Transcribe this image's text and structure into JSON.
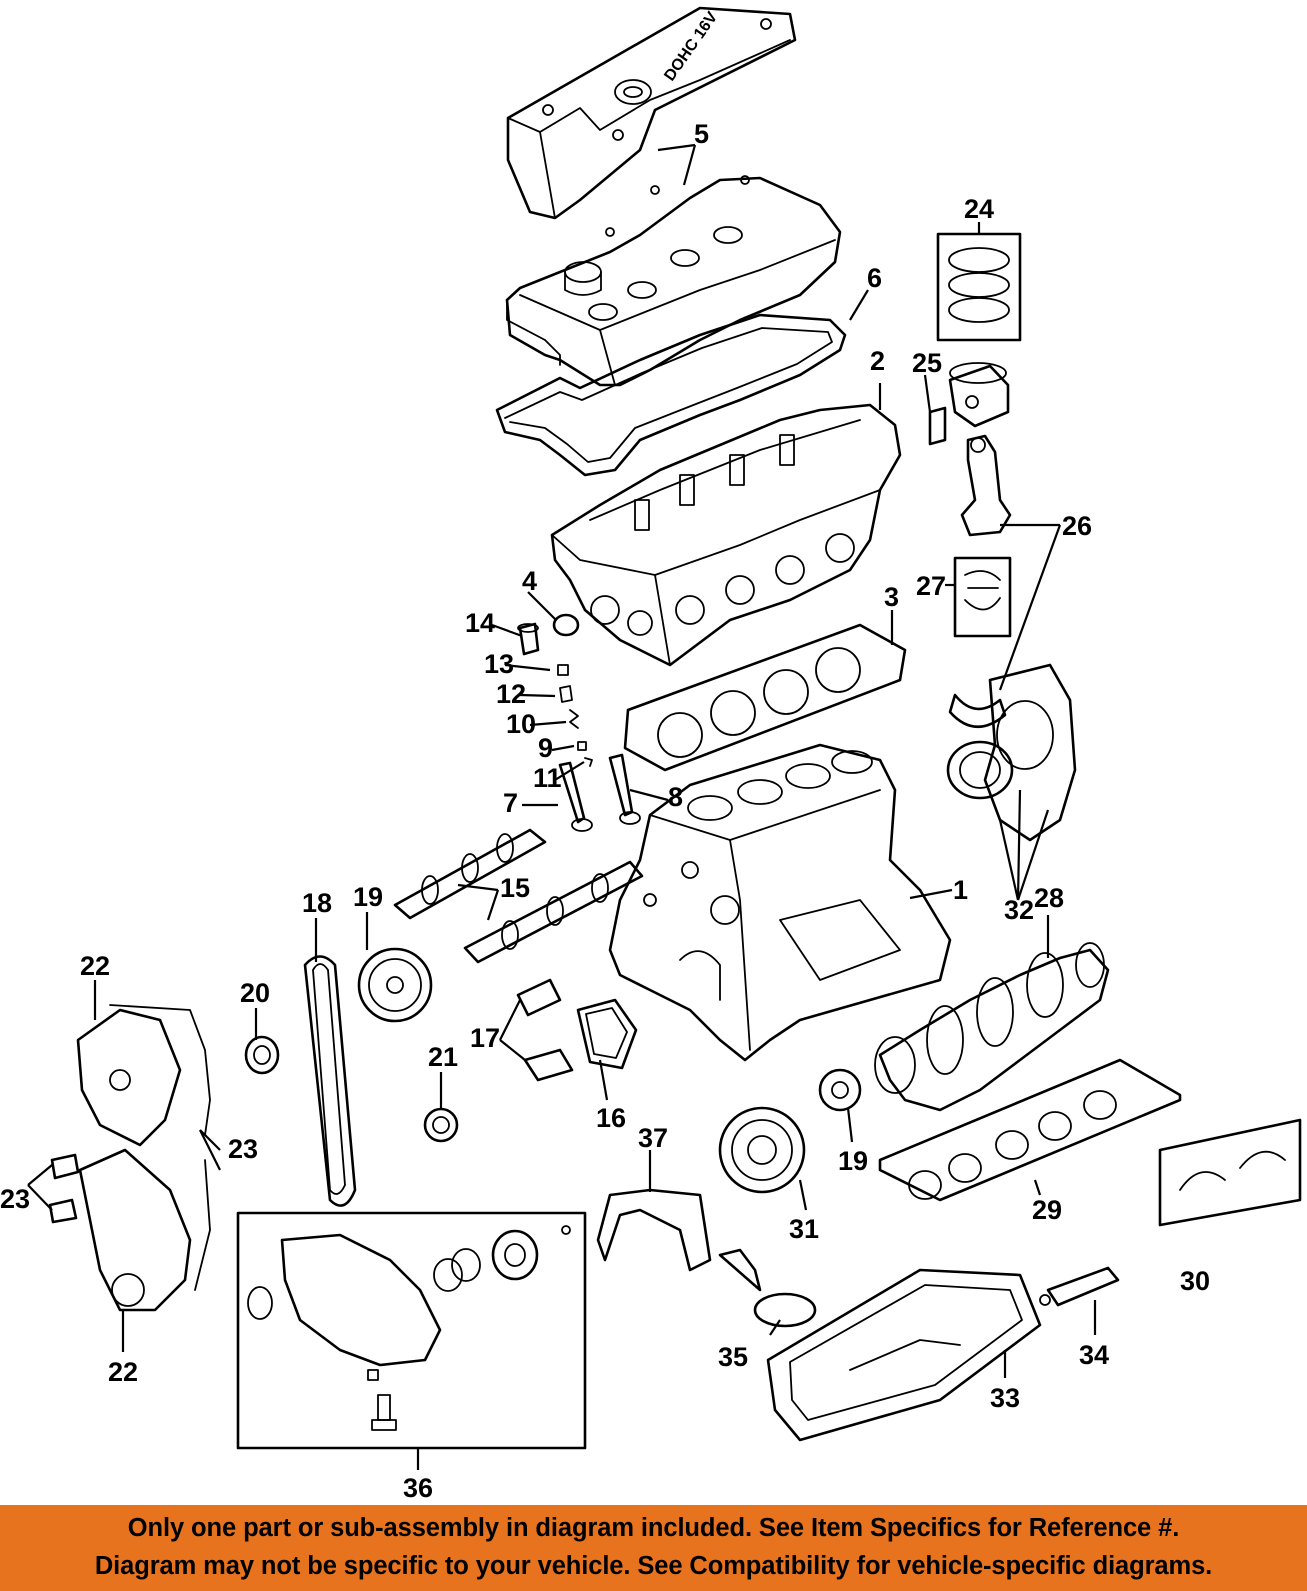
{
  "diagram": {
    "cover_logo_text": "DOHC 16V",
    "callouts": [
      {
        "id": "c1",
        "label": "1"
      },
      {
        "id": "c2",
        "label": "2"
      },
      {
        "id": "c3",
        "label": "3"
      },
      {
        "id": "c4",
        "label": "4"
      },
      {
        "id": "c5",
        "label": "5"
      },
      {
        "id": "c6",
        "label": "6"
      },
      {
        "id": "c7",
        "label": "7"
      },
      {
        "id": "c8",
        "label": "8"
      },
      {
        "id": "c9",
        "label": "9"
      },
      {
        "id": "c10",
        "label": "10"
      },
      {
        "id": "c11",
        "label": "11"
      },
      {
        "id": "c12",
        "label": "12"
      },
      {
        "id": "c13",
        "label": "13"
      },
      {
        "id": "c14",
        "label": "14"
      },
      {
        "id": "c15",
        "label": "15"
      },
      {
        "id": "c16",
        "label": "16"
      },
      {
        "id": "c17",
        "label": "17"
      },
      {
        "id": "c18",
        "label": "18"
      },
      {
        "id": "c19a",
        "label": "19"
      },
      {
        "id": "c19b",
        "label": "19"
      },
      {
        "id": "c20",
        "label": "20"
      },
      {
        "id": "c21",
        "label": "21"
      },
      {
        "id": "c22a",
        "label": "22"
      },
      {
        "id": "c22b",
        "label": "22"
      },
      {
        "id": "c23a",
        "label": "23"
      },
      {
        "id": "c23b",
        "label": "23"
      },
      {
        "id": "c24",
        "label": "24"
      },
      {
        "id": "c25",
        "label": "25"
      },
      {
        "id": "c26",
        "label": "26"
      },
      {
        "id": "c27",
        "label": "27"
      },
      {
        "id": "c28",
        "label": "28"
      },
      {
        "id": "c29",
        "label": "29"
      },
      {
        "id": "c30",
        "label": "30"
      },
      {
        "id": "c31",
        "label": "31"
      },
      {
        "id": "c32",
        "label": "32"
      },
      {
        "id": "c33",
        "label": "33"
      },
      {
        "id": "c34",
        "label": "34"
      },
      {
        "id": "c35",
        "label": "35"
      },
      {
        "id": "c36",
        "label": "36"
      },
      {
        "id": "c37",
        "label": "37"
      }
    ]
  },
  "disclaimer": {
    "line1": "Only one part or sub-assembly in diagram included. See Item Specifics for Reference #.",
    "line2": "Diagram may not be specific to your vehicle. See Compatibility for vehicle-specific diagrams.",
    "background_color": "#e8731e"
  }
}
